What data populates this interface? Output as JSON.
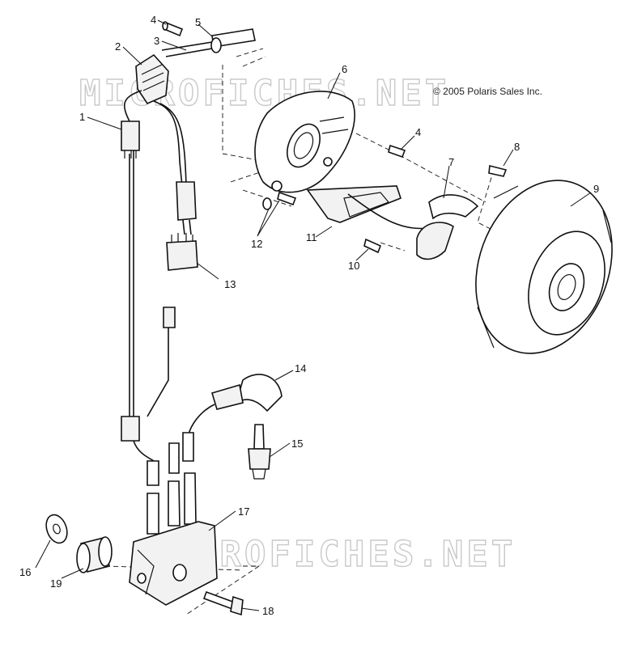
{
  "watermarks": [
    "MICROFICHES.NET",
    "MICROFICHES.NET"
  ],
  "copyright": "© 2005 Polaris Sales Inc.",
  "callouts": [
    "1",
    "2",
    "3",
    "4",
    "5",
    "6",
    "4",
    "8",
    "7",
    "9",
    "12",
    "11",
    "10",
    "13",
    "14",
    "15",
    "17",
    "16",
    "19",
    "18"
  ]
}
